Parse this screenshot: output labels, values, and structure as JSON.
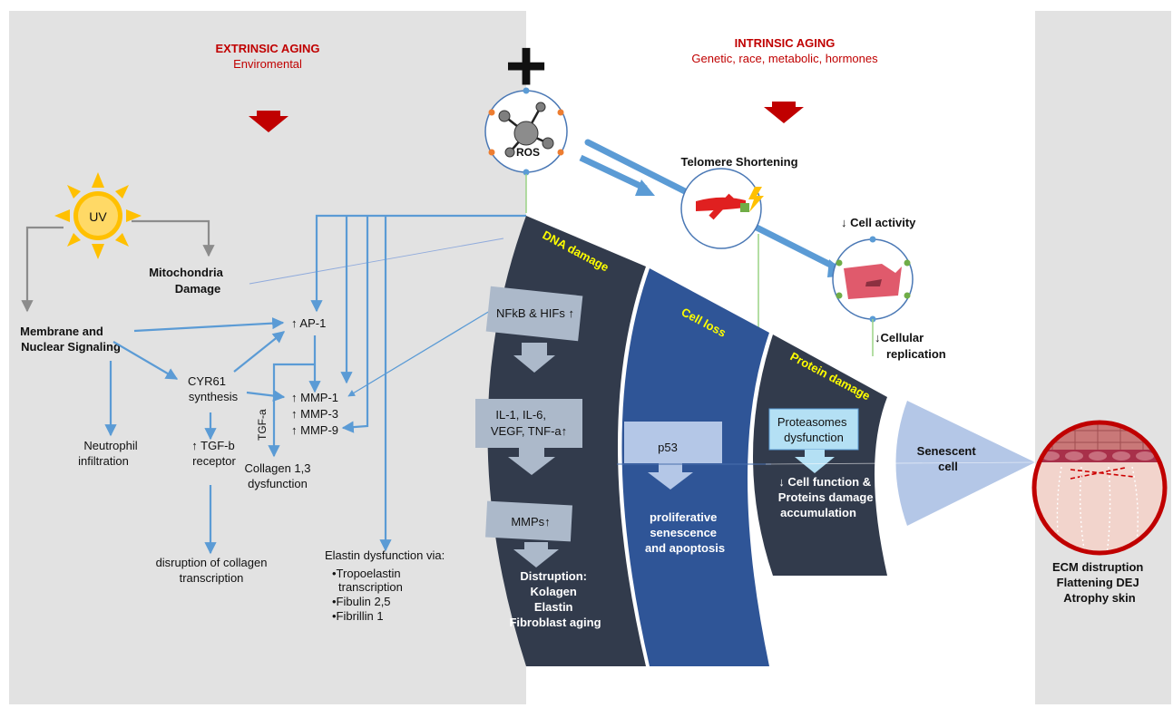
{
  "extrinsic": {
    "title": "EXTRINSIC AGING",
    "subtitle": "Enviromental"
  },
  "intrinsic": {
    "title": "INTRINSIC AGING",
    "subtitle": "Genetic, race, metabolic, hormones"
  },
  "plus_symbol": "+",
  "uv_label": "UV",
  "ros_label": "ROS",
  "nodes": {
    "mito_1": "Mitochondria",
    "mito_2": "Damage",
    "membrane_1": "Membrane and",
    "membrane_2": "Nuclear Signaling",
    "ap1": "AP-1",
    "cyr_1": "CYR61",
    "cyr_2": "synthesis",
    "mmp1": "MMP-1",
    "mmp3": "MMP-3",
    "mmp9": "MMP-9",
    "tgfa": "TGF-a",
    "neutro_1": "Neutrophil",
    "neutro_2": "infiltration",
    "tgfb_1": "TGF-b",
    "tgfb_2": "receptor",
    "collagen_1": "Collagen 1,3",
    "collagen_2": "dysfunction",
    "disruption_1": "disruption of collagen",
    "disruption_2": "transcription",
    "elastin_title": "Elastin dysfunction via:",
    "elastin_1a": "•Tropoelastin",
    "elastin_1b": "transcription",
    "elastin_2": "•Fibulin 2,5",
    "elastin_3": "•Fibrillin 1"
  },
  "arrow_up": "↑",
  "arrow_down": "↓",
  "intrinsic_nodes": {
    "telomere": "Telomere Shortening",
    "cell_activity": "Cell activity",
    "cell_repl_1": "Cellular",
    "cell_repl_2": "replication"
  },
  "bands": {
    "dna": {
      "label": "DNA damage",
      "box1": "NFkB & HIFs",
      "box2_1": "IL-1, IL-6,",
      "box2_2": "VEGF, TNF-a",
      "box3": "MMPs",
      "out_1": "Distruption:",
      "out_2": "Kolagen",
      "out_3": "Elastin",
      "out_4": "Fibroblast aging"
    },
    "cell_loss": {
      "label": "Cell loss",
      "box": "p53",
      "out_1": "proliferative",
      "out_2": "senescence",
      "out_3": "and apoptosis"
    },
    "protein": {
      "label": "Protein damage",
      "box_1": "Proteasomes",
      "box_2": "dysfunction",
      "out_1": "Cell function &",
      "out_2": "Proteins damage",
      "out_3": "accumulation"
    },
    "senescent": {
      "label_1": "Senescent",
      "label_2": "cell"
    }
  },
  "skin": {
    "line_1": "ECM distruption",
    "line_2": "Flattening DEJ",
    "line_3": "Atrophy skin"
  },
  "colors": {
    "panel_grey": "#e2e2e2",
    "dark_band": "#323b4c",
    "blue_band": "#2f5597",
    "arrow_red": "#c00000",
    "flow_blue": "#5b9bd5",
    "sun_yellow": "#ffc000"
  }
}
